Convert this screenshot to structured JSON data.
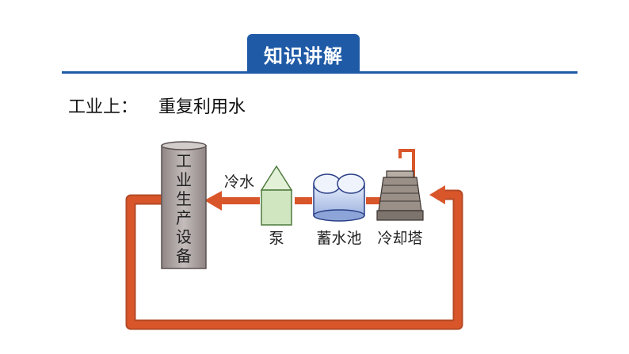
{
  "section_badge": "知识讲解",
  "heading": {
    "prefix": "工业上：",
    "text": "重复利用水"
  },
  "diagram": {
    "equipment_chars": [
      "工",
      "业",
      "生",
      "产",
      "设",
      "备"
    ],
    "cold_water_label": "冷水",
    "pump_label": "泵",
    "reservoir_label": "蓄水池",
    "cooling_tower_label": "冷却塔"
  },
  "colors": {
    "accent": "#1f5aa6",
    "pipe": "#d9562a",
    "pump": "#cfe6c0",
    "reservoir": "#c9d8f2",
    "tower": "#9a9088",
    "equipment": "#a59c9b"
  }
}
